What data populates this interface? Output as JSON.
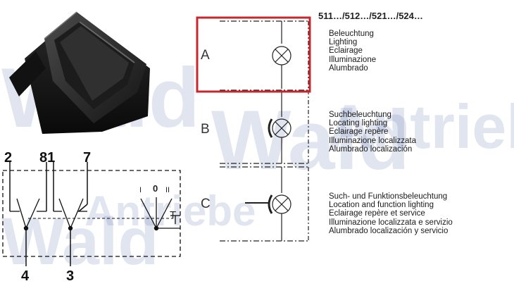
{
  "watermark": {
    "text_a": "Wald",
    "text_b": "Antriebe",
    "color": "#5a6fa8"
  },
  "model_numbers": "511…/512…/521…/524…",
  "pins": {
    "top": [
      "2",
      "81",
      "7"
    ],
    "bottom": [
      "4",
      "3"
    ]
  },
  "positions": [
    "I",
    "0",
    "II"
  ],
  "terminal_mark": "T",
  "sections": [
    {
      "letter": "A",
      "lines": [
        "Beleuchtung",
        "Lighting",
        "Eclairage",
        "Illuminazione",
        "Alumbrado"
      ]
    },
    {
      "letter": "B",
      "lines": [
        "Suchbeleuchtung",
        "Locating lighting",
        "Eclairage repère",
        "Illuminazione localizzata",
        "Alumbrado localización"
      ]
    },
    {
      "letter": "C",
      "lines": [
        "Such- und Funktionsbeleuchtung",
        "Location and function lighting",
        "Eclairage repère et service",
        "Illuminazione localizzata e servizio",
        "Alumbrado localización y servicio"
      ]
    }
  ],
  "highlight_color": "#c8262c"
}
